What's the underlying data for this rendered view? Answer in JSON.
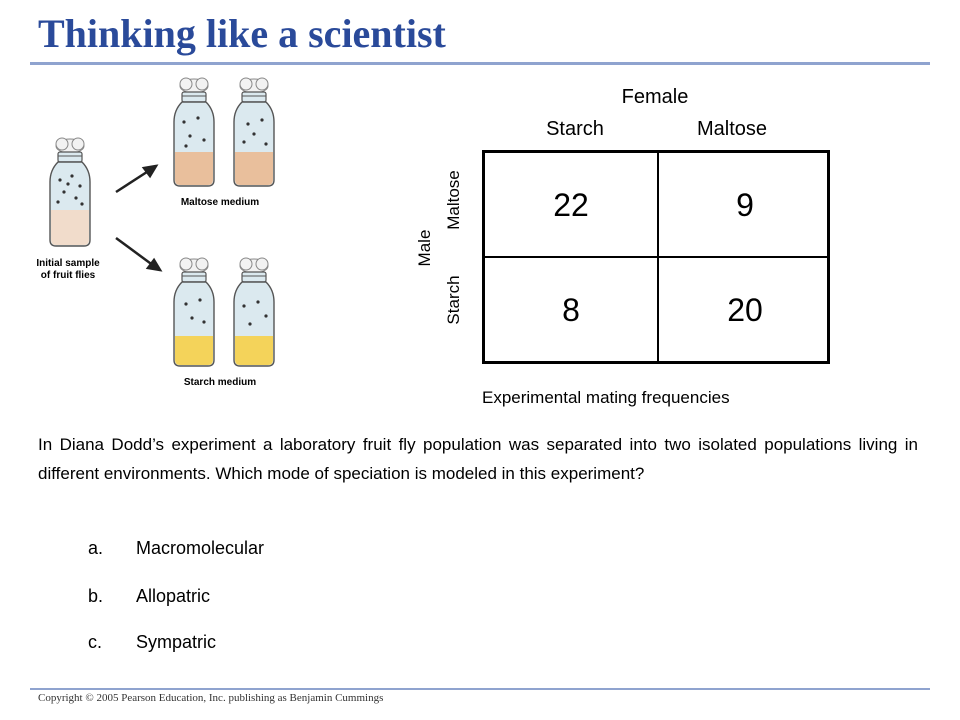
{
  "slide": {
    "title": "Thinking like a scientist",
    "copyright": "Copyright © 2005 Pearson Education, Inc. publishing as Benjamin Cummings"
  },
  "illustration": {
    "label_initial": "Initial sample of fruit flies",
    "label_maltose": "Maltose medium",
    "label_starch": "Starch medium",
    "colors": {
      "maltose": "#e9bf9c",
      "starch": "#f4d35a",
      "glass": "#dbe9ef",
      "lid": "#f2f2f2"
    }
  },
  "table": {
    "female_header": "Female",
    "col_labels": [
      "Starch",
      "Maltose"
    ],
    "male_header": "Male",
    "row_labels": [
      "Maltose",
      "Starch"
    ],
    "cells": [
      [
        "22",
        "9"
      ],
      [
        "8",
        "20"
      ]
    ],
    "caption": "Experimental mating frequencies"
  },
  "question": {
    "text": "In Diana Dodd’s experiment a laboratory fruit fly population was separated into two isolated populations living in different environments.  Which mode of speciation is modeled in this experiment?",
    "options": [
      {
        "letter": "a.",
        "label": "Macromolecular"
      },
      {
        "letter": "b.",
        "label": "Allopatric"
      },
      {
        "letter": "c.",
        "label": "Sympatric"
      }
    ]
  }
}
